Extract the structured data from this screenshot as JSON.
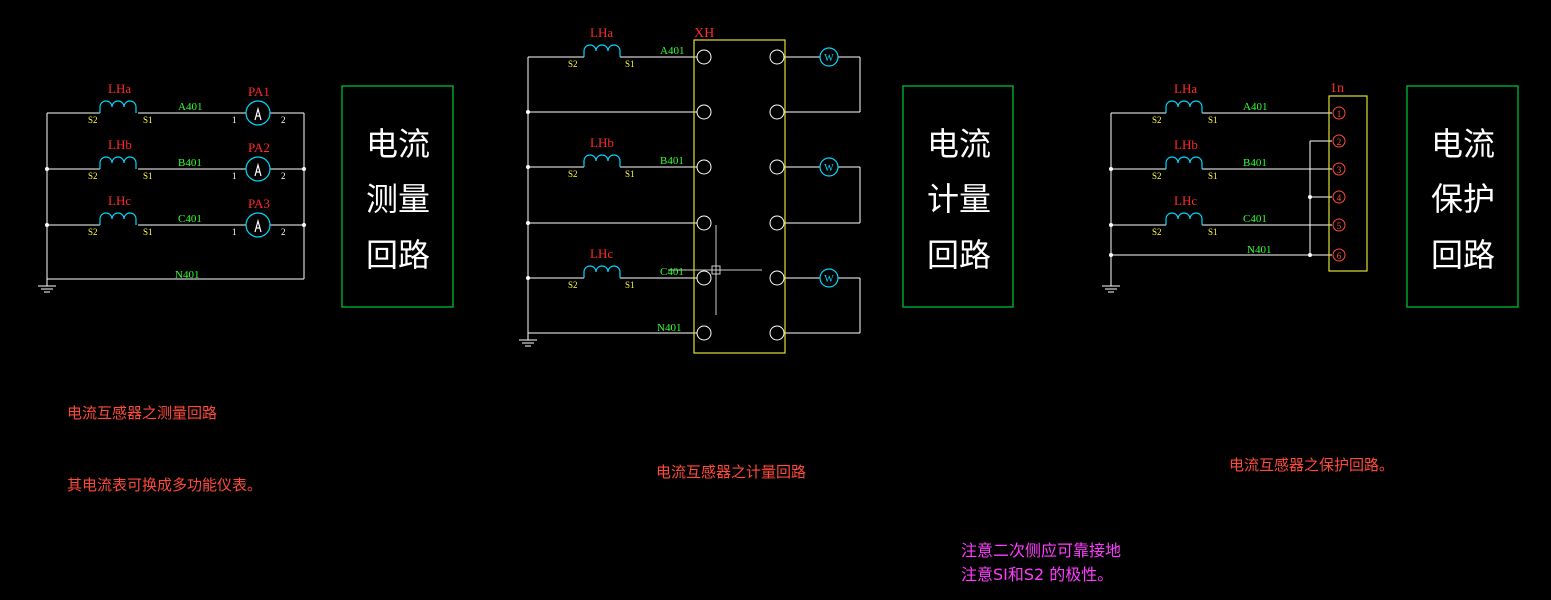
{
  "colors": {
    "background": "#000000",
    "wire": "#ffffff",
    "coil": "#00d9ff",
    "ct_label": "#ff2a2a",
    "terminal_label": "#ffff33",
    "wire_label": "#33ff33",
    "box": "#00cc33",
    "terminal_block": "#e0e033",
    "note_red": "#ff4a3a",
    "note_magenta": "#ff3cff"
  },
  "measurement": {
    "ct_labels": [
      "LHa",
      "LHb",
      "LHc"
    ],
    "wire_labels": [
      "A401",
      "B401",
      "C401",
      "N401"
    ],
    "meter_labels": [
      "PA1",
      "PA2",
      "PA3"
    ],
    "meter_terminal_1": "1",
    "meter_terminal_2": "2",
    "s1": "S1",
    "s2": "S2",
    "box_lines": [
      "电流",
      "测量",
      "回路"
    ],
    "caption": "电流互感器之测量回路",
    "note": "其电流表可换成多功能仪表。"
  },
  "metering": {
    "ct_labels": [
      "LHa",
      "LHb",
      "LHc"
    ],
    "wire_labels": [
      "A401",
      "B401",
      "C401",
      "N401"
    ],
    "block_label": "XH",
    "watt_symbol": "W",
    "s1": "S1",
    "s2": "S2",
    "box_lines": [
      "电流",
      "计量",
      "回路"
    ],
    "caption": "电流互感器之计量回路"
  },
  "protection": {
    "ct_labels": [
      "LHa",
      "LHb",
      "LHc"
    ],
    "wire_labels": [
      "A401",
      "B401",
      "C401",
      "N401"
    ],
    "block_label": "1n",
    "terminal_labels": [
      "1",
      "2",
      "3",
      "4",
      "5",
      "6"
    ],
    "s1": "S1",
    "s2": "S2",
    "box_lines": [
      "电流",
      "保护",
      "回路"
    ],
    "caption": "电流互感器之保护回路。"
  },
  "notes": {
    "line1": "注意二次侧应可靠接地",
    "line2": "注意SI和S2 的极性。"
  }
}
